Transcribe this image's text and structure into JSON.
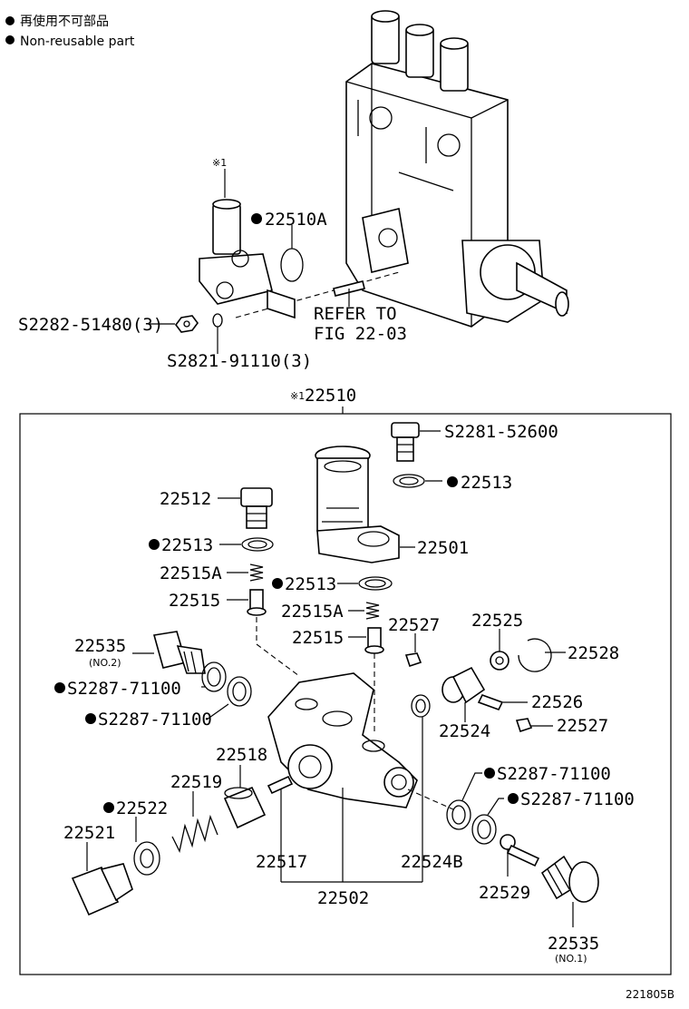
{
  "legend": {
    "symbol": "●",
    "line1": "再使用不可部品",
    "line2": "Non-reusable part"
  },
  "upper": {
    "mark1": "※1",
    "part_22510A": "22510A",
    "nut": "S2282-51480(3)",
    "washer": "S2821-91110(3)",
    "refer1": "REFER TO",
    "refer2": "FIG 22-03"
  },
  "kit": {
    "mark": "※1",
    "number": "22510"
  },
  "parts": {
    "p52600": "S2281-52600",
    "p22513a": "22513",
    "p22512": "22512",
    "p22513b": "22513",
    "p22501": "22501",
    "p22515A1": "22515A",
    "p22513c": "22513",
    "p22515a": "22515",
    "p22515A2": "22515A",
    "p22515b": "22515",
    "p22527a": "22527",
    "p22525": "22525",
    "p22528": "22528",
    "p22535a": "22535",
    "no2": "(NO.2)",
    "p71100a": "S2287-71100",
    "p71100b": "S2287-71100",
    "p22526": "22526",
    "p22524": "22524",
    "p22527b": "22527",
    "p22518": "22518",
    "p22519": "22519",
    "p22522": "22522",
    "p22521": "22521",
    "p71100c": "S2287-71100",
    "p71100d": "S2287-71100",
    "p22517": "22517",
    "p22524B": "22524B",
    "p22502": "22502",
    "p22529": "22529",
    "p22535b": "22535",
    "no1": "(NO.1)"
  },
  "figure_id": "221805B"
}
